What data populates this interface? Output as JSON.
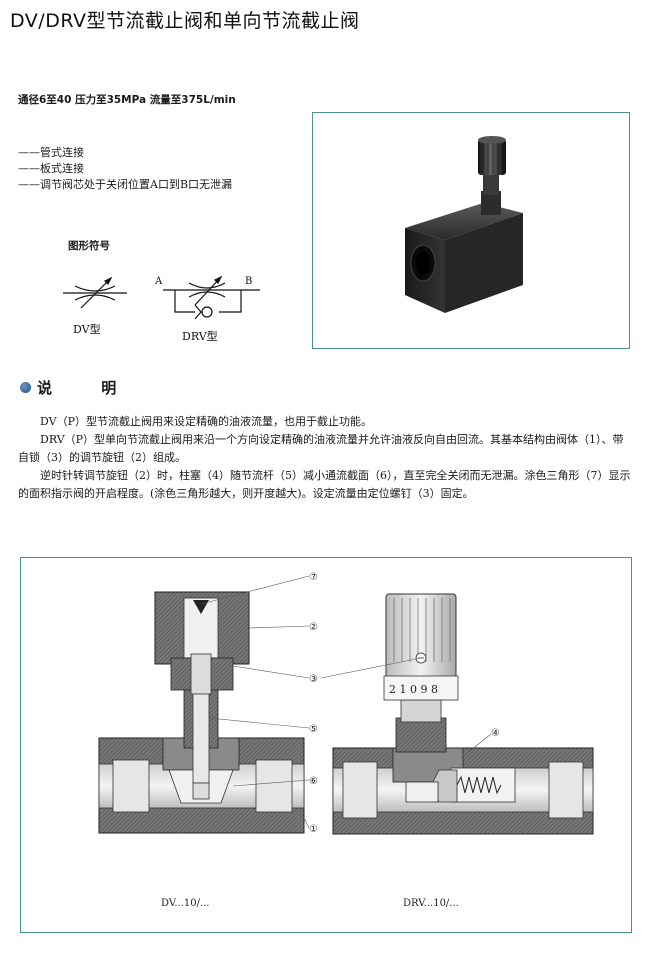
{
  "title": "DV/DRV型节流截止阀和单向节流截止阀",
  "specs": "通径6至40   压力至35MPa   流量至375L/min",
  "features": [
    "——管式连接",
    "——板式连接",
    "——调节阀芯处于关闭位置A口到B口无泄漏"
  ],
  "symbols": {
    "heading": "图形符号",
    "dv_label": "DV型",
    "drv_label": "DRV型",
    "port_a": "A",
    "port_b": "B"
  },
  "section": {
    "heading": "说 明"
  },
  "description": {
    "p1": "DV（P）型节流截止阀用来设定精确的油液流量，也用于截止功能。",
    "p2": "DRV（P）型单向节流截止阀用来沿一个方向设定精确的油液流量并允许油液反向自由回流。其基本结构由阀体（1）、带自锁（3）的调节旋钮（2）组成。",
    "p3": "逆时针转调节旋钮（2）时，柱塞（4）随节流杆（5）减小通流截面（6），直至完全关闭而无泄漏。涂色三角形（7）显示的面积指示阀的开启程度。(涂色三角形越大，则开度越大)。设定流量由定位螺钉（3）固定。"
  },
  "diagram": {
    "callouts": [
      "⑦",
      "②",
      "③",
      "⑤",
      "⑥",
      "①",
      "④"
    ],
    "dial_digits": "2 1 0 9 8",
    "dv_caption": "DV...10/...",
    "drv_caption": "DRV...10/..."
  }
}
